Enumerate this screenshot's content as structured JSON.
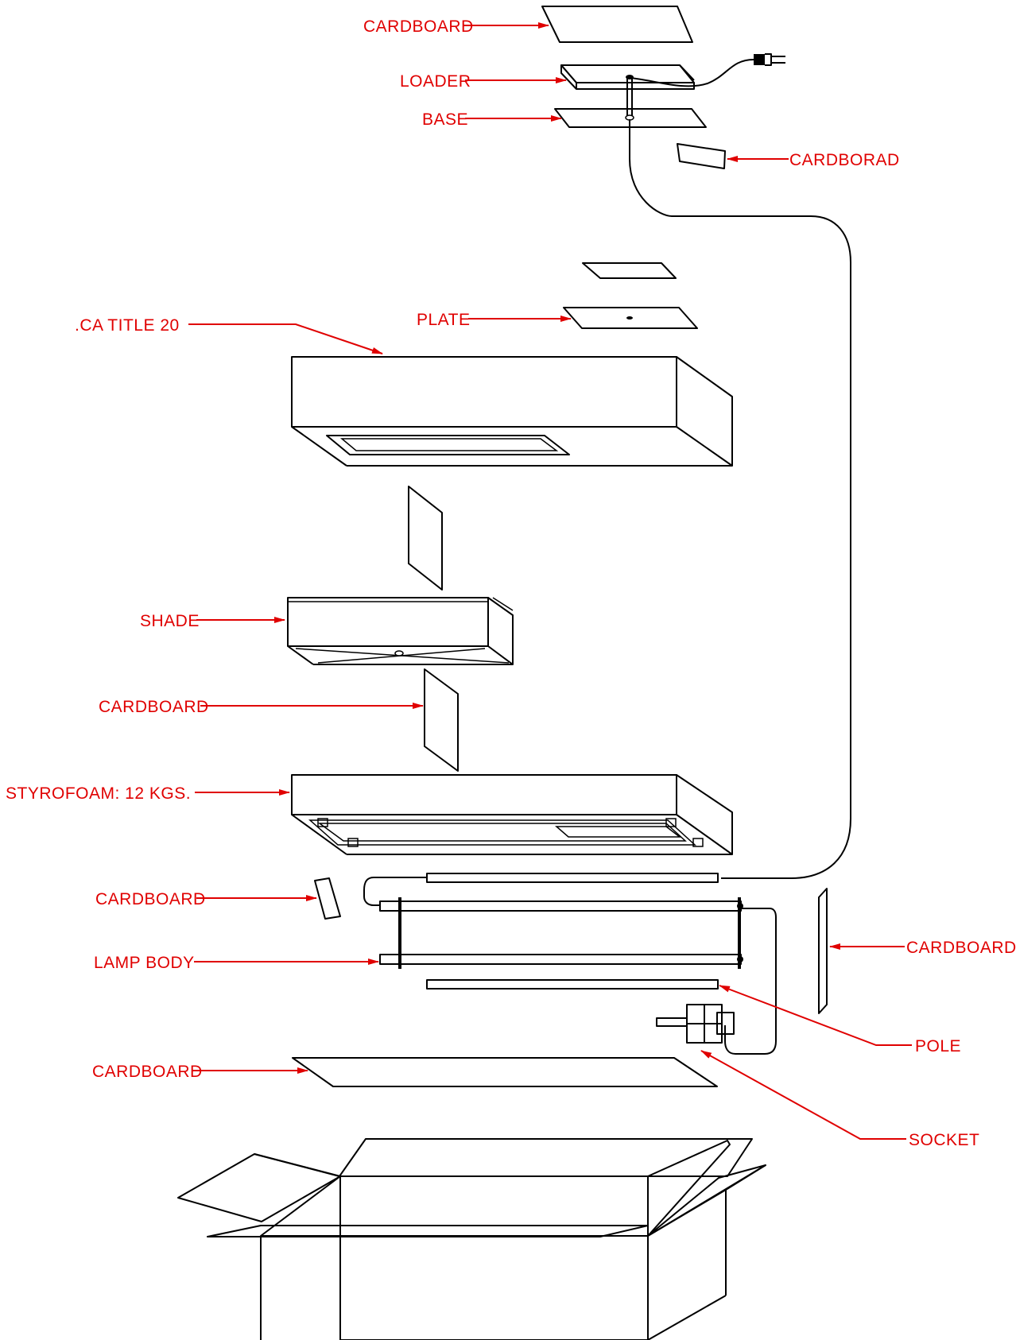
{
  "colors": {
    "line": "#000000",
    "label": "#e00000",
    "background": "#ffffff"
  },
  "labels": {
    "cardboard_top": "CARDBOARD",
    "loader": "LOADER",
    "base": "BASE",
    "cardborad": "CARDBORAD",
    "plate": "PLATE",
    "ca_title": ".CA TITLE 20",
    "shade": "SHADE",
    "cardboard_mid": "CARDBOARD",
    "styrofoam": "STYROFOAM: 12 KGS.",
    "cardboard_small": "CARDBOARD",
    "lamp_body": "LAMP BODY",
    "cardboard_right": "CARDBOARD",
    "pole": "POLE",
    "cardboard_bottom": "CARDBOARD",
    "socket": "SOCKET"
  }
}
